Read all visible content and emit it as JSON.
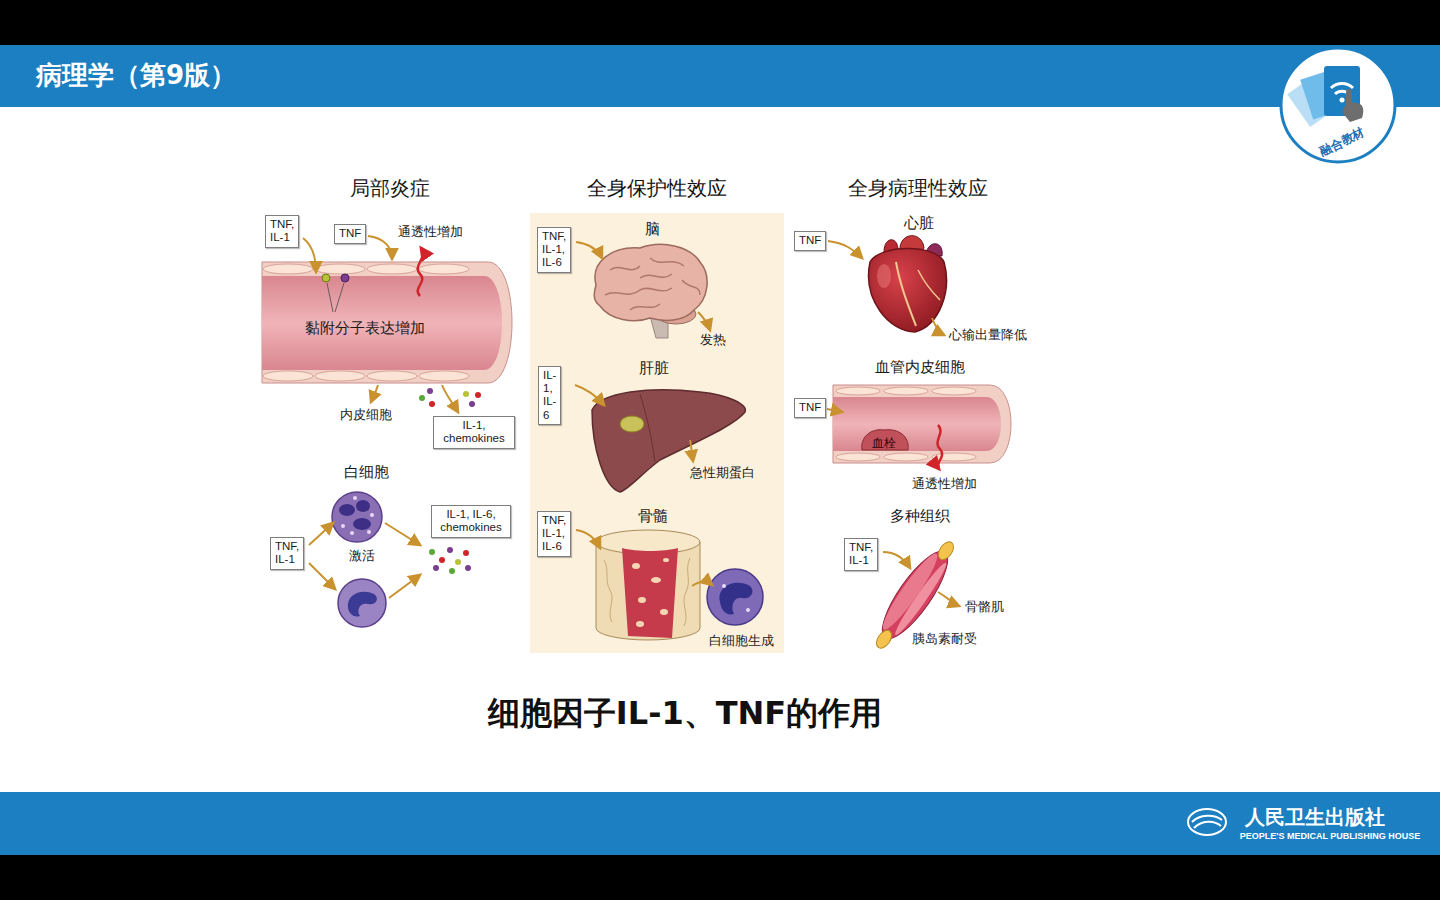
{
  "diagram": {
    "title": "病理学（第9版）",
    "caption": "细胞因子IL-1、TNF的作用",
    "nodes": [
      {
        "text": [
          "TNF, IL-1"
        ]
      },
      {
        "text": [
          "TNF"
        ]
      },
      {
        "text": [
          "IL-1, chemokines"
        ]
      },
      {
        "text": [
          "TNF, IL-1"
        ]
      },
      {
        "text": [
          "IL-1, IL-6, chemokines"
        ]
      },
      {
        "text": [
          "全身保护性效应"
        ]
      },
      {
        "text": [
          "TNF, IL-1, IL-6"
        ],
        "in": 5
      },
      {
        "text": [
          "IL-1, IL-6"
        ],
        "in": 5
      },
      {
        "text": [
          "TNF, IL-1, IL-6"
        ],
        "in": 5
      },
      {
        "text": [
          "TNF"
        ]
      },
      {
        "text": [
          "TNF"
        ]
      },
      {
        "text": [
          "TNF, IL-1"
        ]
      }
    ],
    "labels": [
      "局部炎症",
      "全身病理性效应",
      "通透性增加",
      "黏附分子表达增加",
      "内皮细胞",
      "白细胞",
      "激活",
      "脑",
      "发热",
      "肝脏",
      "急性期蛋白",
      "骨髓",
      "白细胞生成",
      "心脏",
      "心输出量降低",
      "血管内皮细胞",
      "血栓",
      "通透性增加",
      "多种组织",
      "骨骼肌",
      "胰岛素耐受",
      "融合教材",
      "人民卫生出版社",
      "PEOPLE'S MEDICAL PUBLISHING HOUSE"
    ]
  }
}
